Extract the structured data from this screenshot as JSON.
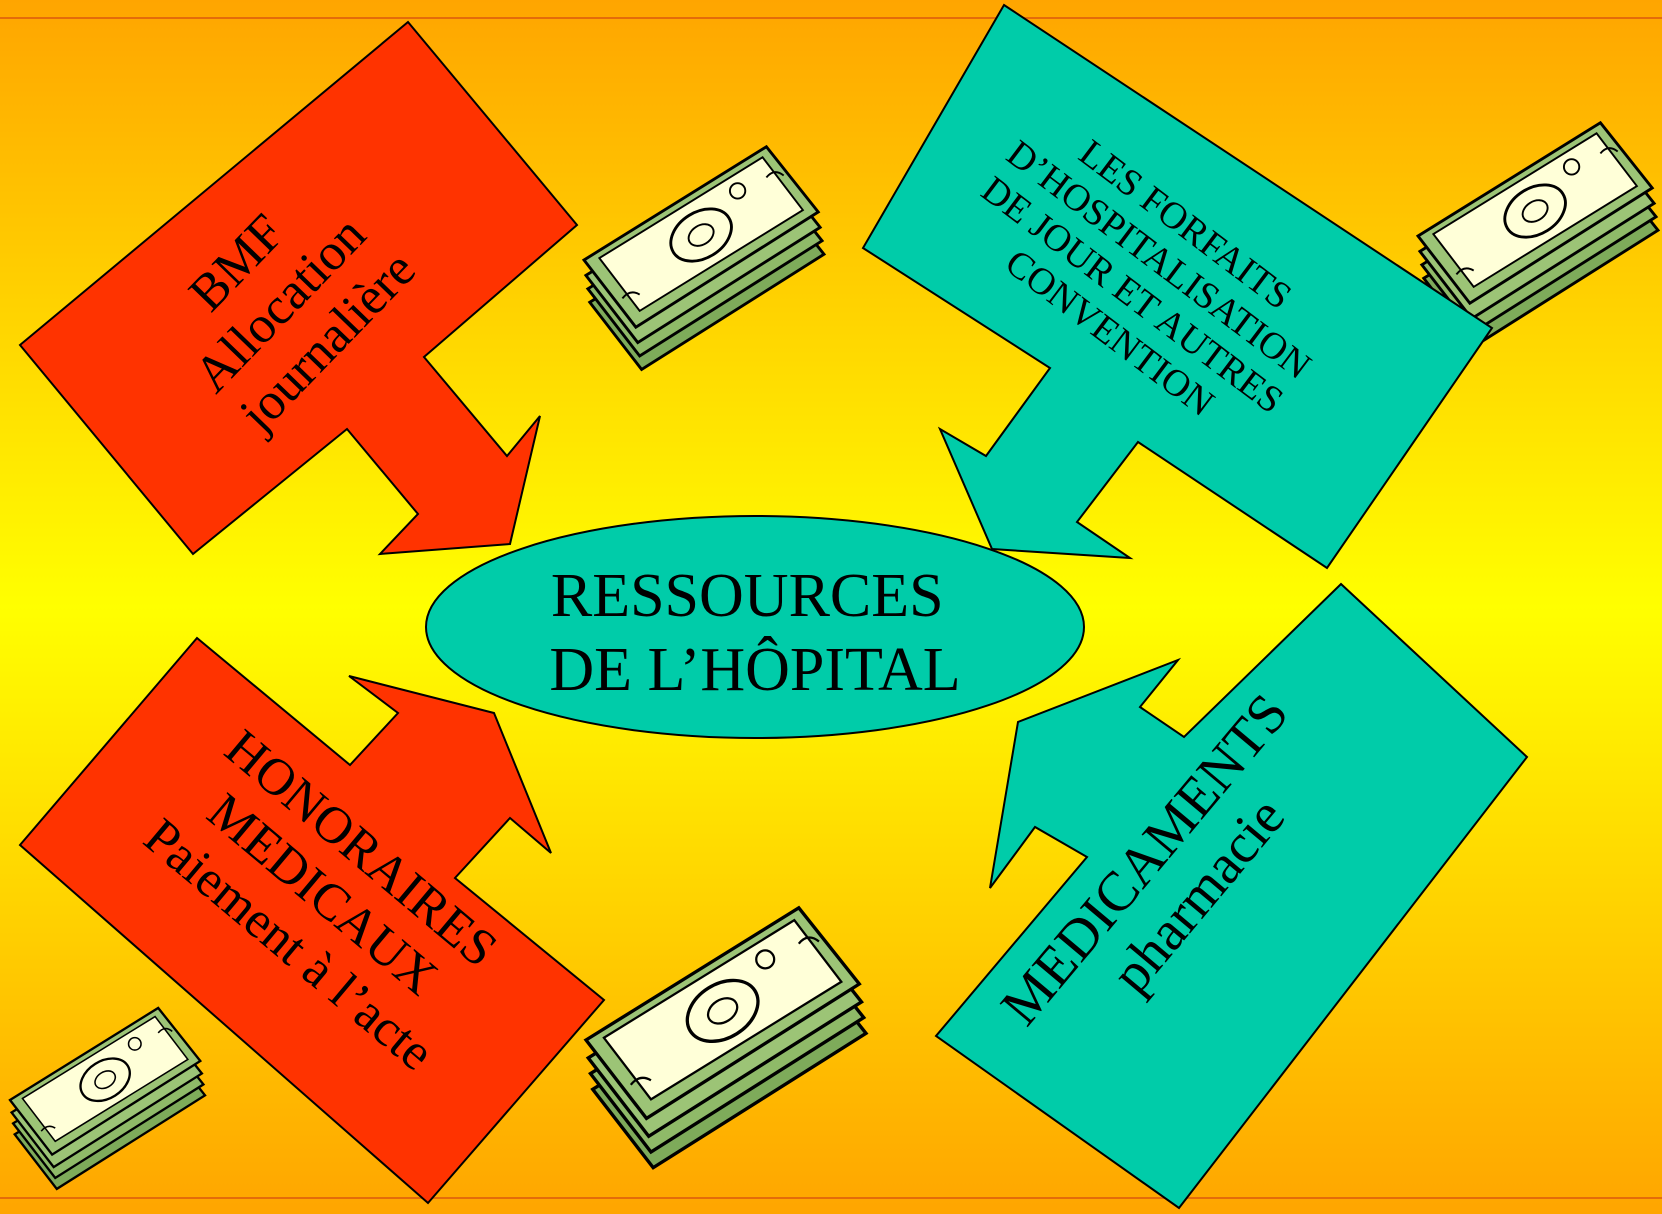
{
  "diagram": {
    "center": {
      "line1": "RESSOURCES",
      "line2": "DE L’HÔPITAL"
    },
    "sources": [
      {
        "id": "bmf",
        "lines": [
          "BMF",
          "Allocation",
          "journalière"
        ]
      },
      {
        "id": "forfaits",
        "lines": [
          "LES FORFAITS",
          "D’HOSPITALISATION",
          "DE JOUR ET AUTRES",
          "CONVENTION"
        ]
      },
      {
        "id": "honoraires",
        "lines": [
          "HONORAIRES",
          "MEDICAUX",
          "Paiement à l’acte"
        ]
      },
      {
        "id": "medicaments",
        "lines": [
          "MEDICAMENTS",
          "pharmacie"
        ]
      }
    ]
  },
  "colors": {
    "background_top": "#ffa500",
    "background_mid": "#ffff00",
    "background_bottom": "#ffa500",
    "left_arrows": "#ff3300",
    "right_arrows": "#00cca9",
    "center_ellipse": "#00cca9",
    "money_paper": "#ffffd8",
    "money_edge": "#9cc476"
  },
  "icons": [
    "money-stack-icon"
  ]
}
